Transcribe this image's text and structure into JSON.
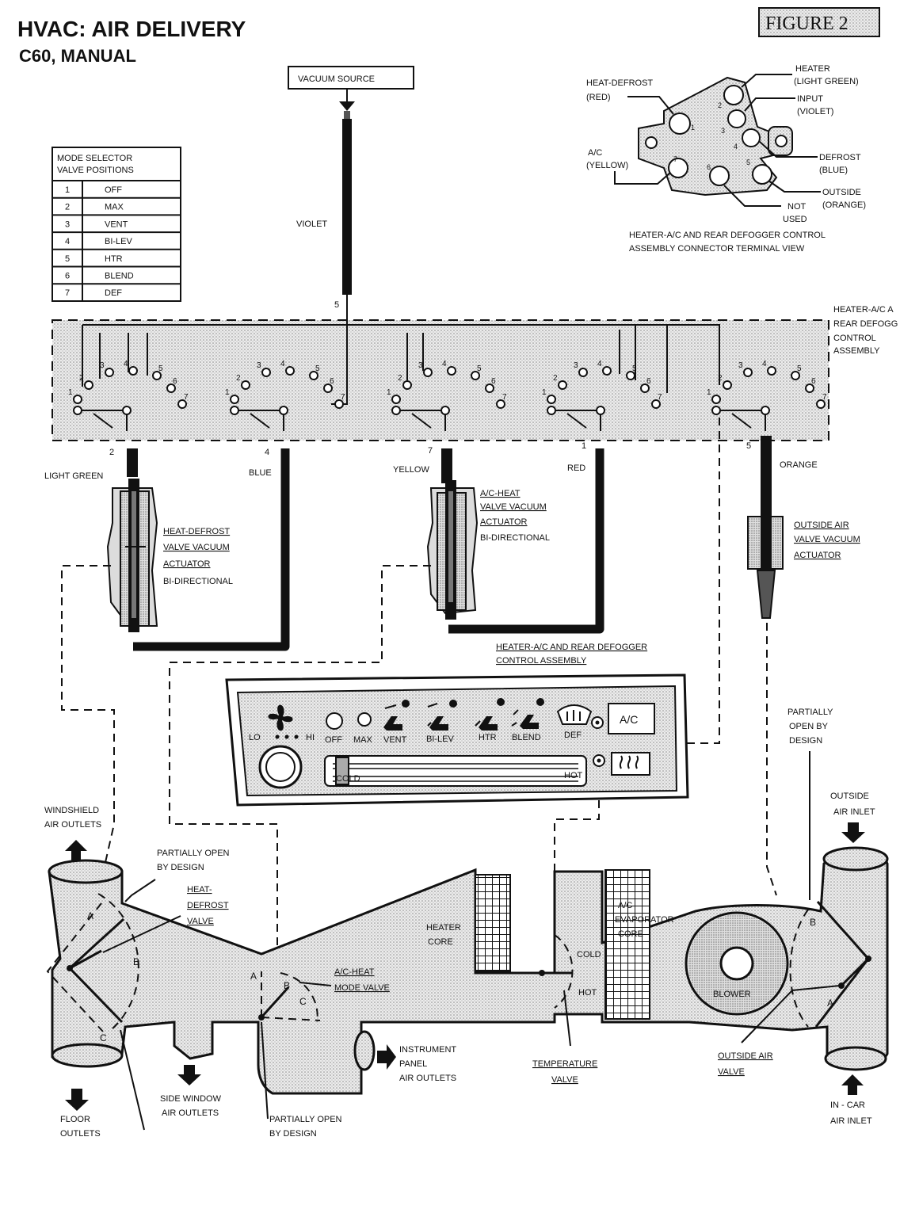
{
  "title": "HVAC: AIR DELIVERY",
  "subtitle": "C60, MANUAL",
  "figure_label": "FIGURE 2",
  "vacuum_source": "VACUUM SOURCE",
  "mode_table": {
    "header_line1": "MODE SELECTOR",
    "header_line2": "VALVE POSITIONS",
    "rows": [
      {
        "num": "1",
        "label": "OFF"
      },
      {
        "num": "2",
        "label": "MAX"
      },
      {
        "num": "3",
        "label": "VENT"
      },
      {
        "num": "4",
        "label": "BI-LEV"
      },
      {
        "num": "5",
        "label": "HTR"
      },
      {
        "num": "6",
        "label": "BLEND"
      },
      {
        "num": "7",
        "label": "DEF"
      }
    ]
  },
  "connector": {
    "heat_defrost": "HEAT-DEFROST",
    "heat_defrost_color": "(RED)",
    "heater": "HEATER",
    "heater_color": "(LIGHT GREEN)",
    "input": "INPUT",
    "input_color": "(VIOLET)",
    "ac": "A/C",
    "ac_color": "(YELLOW)",
    "defrost": "DEFROST",
    "defrost_color": "(BLUE)",
    "outside": "OUTSIDE",
    "outside_color": "(ORANGE)",
    "not_used_1": "NOT",
    "not_used_2": "USED",
    "caption_1": "HEATER-A/C AND REAR DEFOGGER CONTROL",
    "caption_2": "ASSEMBLY CONNECTOR TERMINAL VIEW",
    "pins": [
      "1",
      "2",
      "3",
      "4",
      "5",
      "6",
      "7"
    ]
  },
  "hoses": {
    "violet": "VIOLET",
    "light_green": "LIGHT GREEN",
    "blue": "BLUE",
    "yellow": "YELLOW",
    "red": "RED",
    "orange": "ORANGE",
    "violet_num": "5",
    "light_green_num": "2",
    "blue_num": "4",
    "yellow_num": "7",
    "red_num": "1",
    "orange_num": "5"
  },
  "control_assembly_side": {
    "line1": "HEATER-A/C A",
    "line2": "REAR DEFOGG",
    "line3": "CONTROL",
    "line4": "ASSEMBLY"
  },
  "valve_positions": [
    "1",
    "2",
    "3",
    "4",
    "5",
    "6",
    "7"
  ],
  "actuators": {
    "heat_defrost": {
      "line1": "HEAT-DEFROST",
      "line2": "VALVE VACUUM",
      "line3": "ACTUATOR",
      "line4": "BI-DIRECTIONAL"
    },
    "ac_heat": {
      "line1": "A/C-HEAT",
      "line2": "VALVE VACUUM",
      "line3": "ACTUATOR",
      "line4": "BI-DIRECTIONAL"
    },
    "outside_air": {
      "line1": "OUTSIDE AIR",
      "line2": "VALVE VACUUM",
      "line3": "ACTUATOR"
    }
  },
  "panel": {
    "caption_1": "HEATER-A/C AND REAR DEFOGGER",
    "caption_2": "CONTROL ASSEMBLY",
    "lo": "LO",
    "hi": "HI",
    "off": "OFF",
    "max": "MAX",
    "vent": "VENT",
    "bilev": "BI-LEV",
    "htr": "HTR",
    "blend": "BLEND",
    "def": "DEF",
    "ac": "A/C",
    "cold": "COLD",
    "hot": "HOT"
  },
  "duct": {
    "windshield_1": "WINDSHIELD",
    "windshield_2": "AIR OUTLETS",
    "partially_open_top_1": "PARTIALLY OPEN",
    "partially_open_top_2": "BY DESIGN",
    "heat_defrost_valve_1": "HEAT-",
    "heat_defrost_valve_2": "DEFROST",
    "heat_defrost_valve_3": "VALVE",
    "heater_core_1": "HEATER",
    "heater_core_2": "CORE",
    "evap_1": "A/C",
    "evap_2": "EVAPORATOR",
    "evap_3": "CORE",
    "partially_open_right_1": "PARTIALLY",
    "partially_open_right_2": "OPEN BY",
    "partially_open_right_3": "DESIGN",
    "outside_inlet_1": "OUTSIDE",
    "outside_inlet_2": "AIR INLET",
    "ac_heat_mode_1": "A/C-HEAT",
    "ac_heat_mode_2": "MODE VALVE",
    "cold": "COLD",
    "hot": "HOT",
    "blower": "BLOWER",
    "instrument_1": "INSTRUMENT",
    "instrument_2": "PANEL",
    "instrument_3": "AIR OUTLETS",
    "temperature_1": "TEMPERATURE",
    "temperature_2": "VALVE",
    "outside_air_valve_1": "OUTSIDE AIR",
    "outside_air_valve_2": "VALVE",
    "in_car_1": "IN - CAR",
    "in_car_2": "AIR INLET",
    "floor_1": "FLOOR",
    "floor_2": "OUTLETS",
    "side_window_1": "SIDE WINDOW",
    "side_window_2": "AIR OUTLETS",
    "partially_open_bottom_1": "PARTIALLY OPEN",
    "partially_open_bottom_2": "BY DESIGN",
    "door_a": "A",
    "door_b": "B",
    "door_c": "C"
  }
}
